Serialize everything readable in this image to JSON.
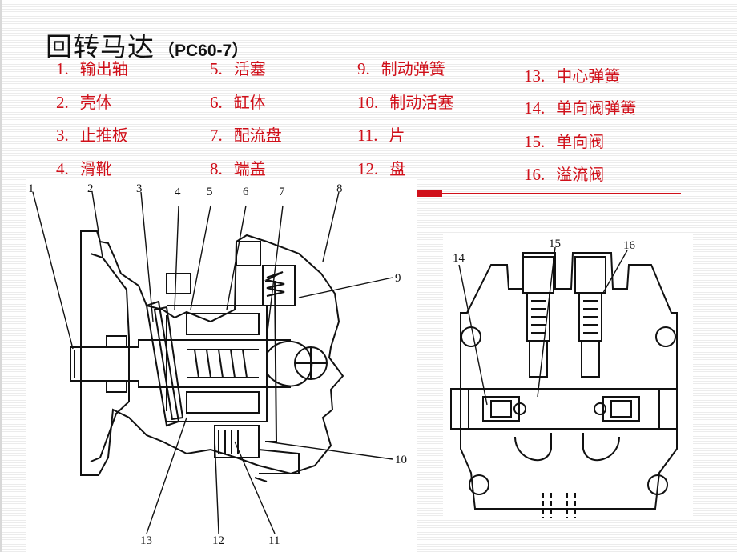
{
  "title": {
    "main": "回转马达",
    "sub": "（PC60-7）"
  },
  "legend": [
    {
      "num": "1.",
      "label": "输出轴"
    },
    {
      "num": "2.",
      "label": "壳体"
    },
    {
      "num": "3.",
      "label": "止推板"
    },
    {
      "num": "4.",
      "label": "滑靴"
    },
    {
      "num": "5.",
      "label": "活塞"
    },
    {
      "num": "6.",
      "label": "缸体"
    },
    {
      "num": "7.",
      "label": "配流盘"
    },
    {
      "num": "8.",
      "label": "端盖"
    },
    {
      "num": "9.",
      "label": "制动弹簧"
    },
    {
      "num": "10.",
      "label": "制动活塞"
    },
    {
      "num": "11.",
      "label": "片"
    },
    {
      "num": "12.",
      "label": "盘"
    },
    {
      "num": "13.",
      "label": "中心弹簧"
    },
    {
      "num": "14.",
      "label": "单向阀弹簧"
    },
    {
      "num": "15.",
      "label": "单向阀"
    },
    {
      "num": "16.",
      "label": "溢流阀"
    }
  ],
  "diagram_left_labels": [
    "1",
    "2",
    "3",
    "4",
    "5",
    "6",
    "7",
    "8",
    "9",
    "10",
    "11",
    "12",
    "13"
  ],
  "diagram_right_labels": [
    "14",
    "15",
    "16"
  ],
  "colors": {
    "legend_text": "#d0101a",
    "accent": "#d0101a",
    "title": "#111111"
  }
}
